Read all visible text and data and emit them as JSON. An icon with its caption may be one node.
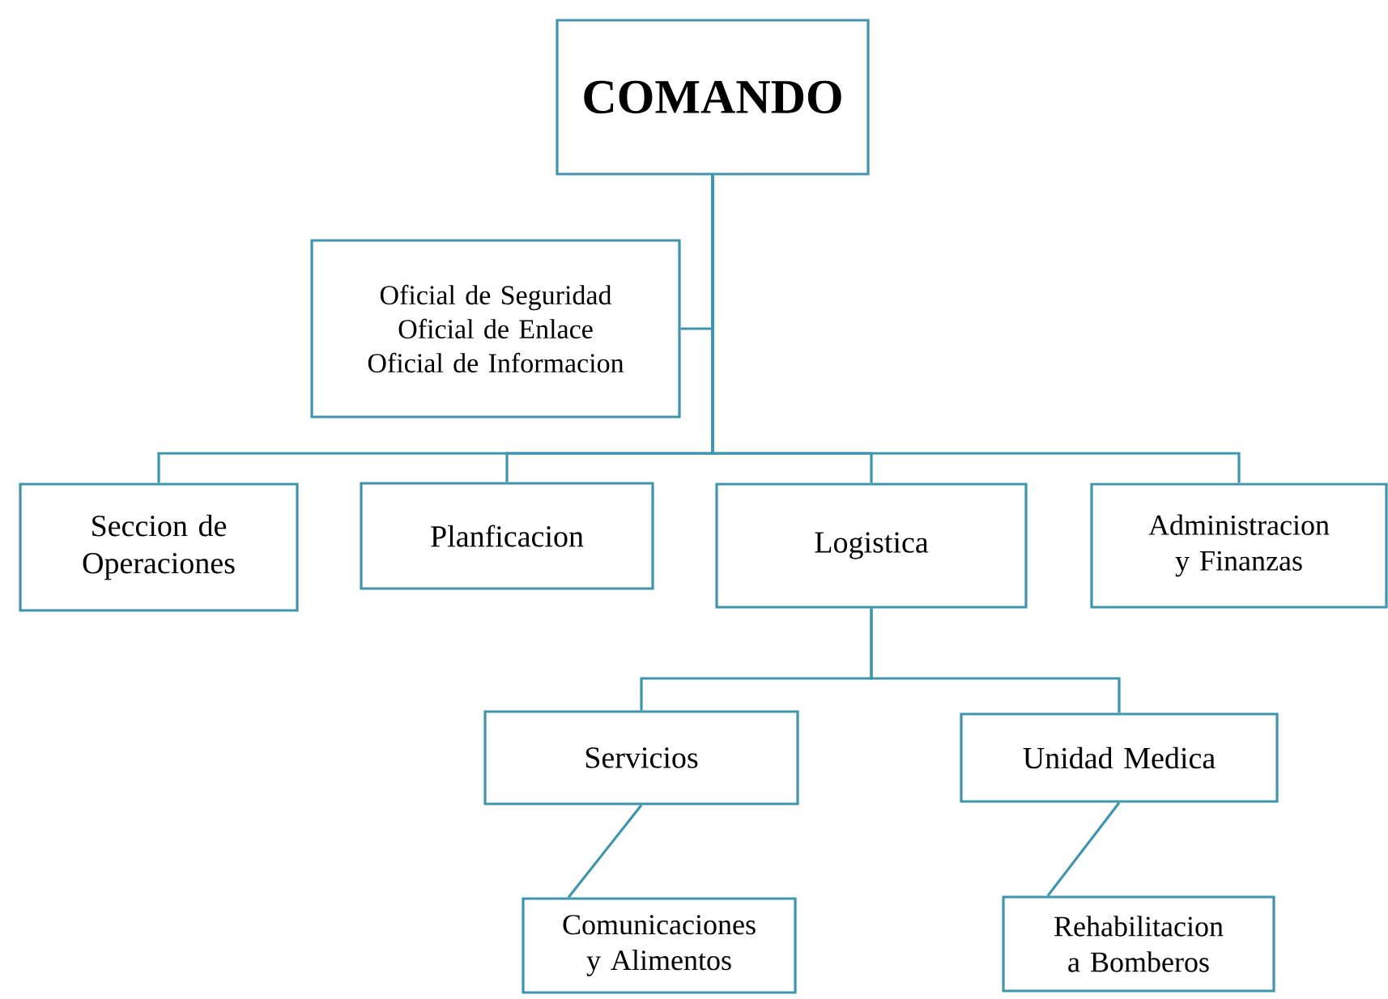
{
  "diagram": {
    "nodes": [
      {
        "text": [
          "COMANDO"
        ]
      },
      {
        "text": [
          "Oficial de Seguridad",
          "Oficial de Enlace",
          "Oficial de Informacion"
        ]
      },
      {
        "text": [
          "Seccion de Operaciones"
        ]
      },
      {
        "text": [
          "Planficacion"
        ]
      },
      {
        "text": [
          "Logistica"
        ]
      },
      {
        "text": [
          "Administracion y Finanzas"
        ]
      },
      {
        "text": [
          "Servicios"
        ]
      },
      {
        "text": [
          "Unidad Medica"
        ]
      },
      {
        "text": [
          "Comunicaciones y Alimentos"
        ]
      },
      {
        "text": [
          "Rehabilitacion a Bomberos"
        ]
      }
    ],
    "edges": [
      {
        "from": 0,
        "to": 1,
        "arrow": "none"
      },
      {
        "from": 0,
        "to": 2,
        "arrow": "none"
      },
      {
        "from": 0,
        "to": 3,
        "arrow": "none"
      },
      {
        "from": 0,
        "to": 4,
        "arrow": "none"
      },
      {
        "from": 0,
        "to": 5,
        "arrow": "none"
      },
      {
        "from": 4,
        "to": 6,
        "arrow": "none"
      },
      {
        "from": 4,
        "to": 7,
        "arrow": "none"
      },
      {
        "from": 6,
        "to": 8,
        "arrow": "none"
      },
      {
        "from": 7,
        "to": 9,
        "arrow": "none"
      }
    ]
  }
}
